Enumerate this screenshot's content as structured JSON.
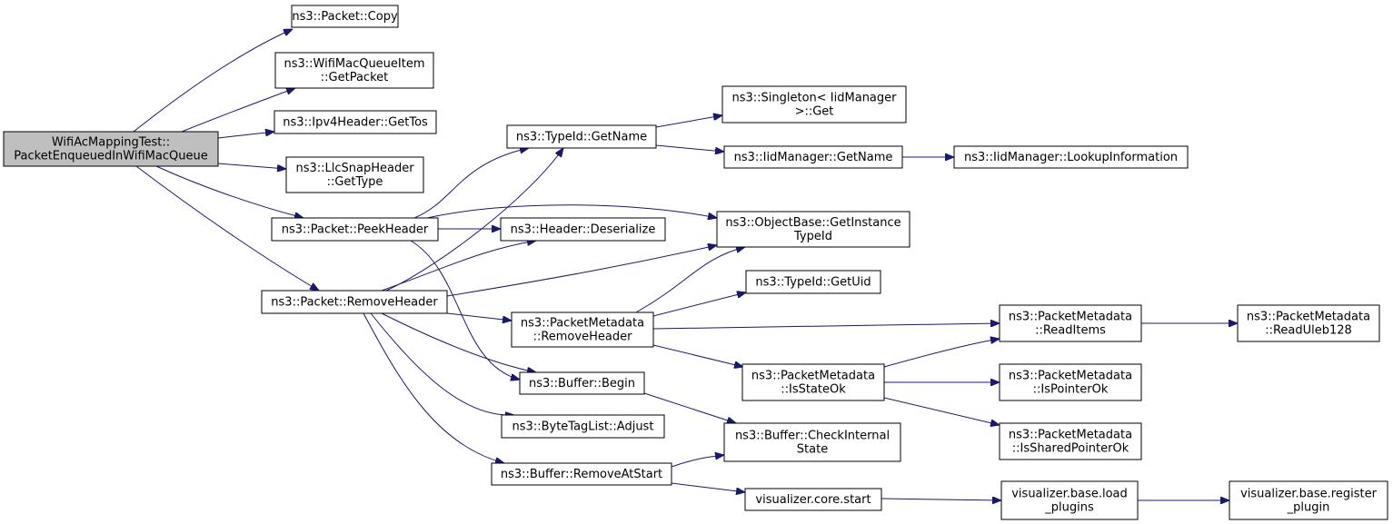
{
  "diagram": {
    "type": "call-graph",
    "nodes": [
      {
        "id": "root",
        "lines": [
          "WifiAcMappingTest::",
          "PacketEnqueuedInWifiMacQueue"
        ],
        "highlighted": true
      },
      {
        "id": "pkt_copy",
        "lines": [
          "ns3::Packet::Copy"
        ]
      },
      {
        "id": "wmqi_getpacket",
        "lines": [
          "ns3::WifiMacQueueItem",
          "::GetPacket"
        ]
      },
      {
        "id": "ipv4_gettos",
        "lines": [
          "ns3::Ipv4Header::GetTos"
        ]
      },
      {
        "id": "llc_gettype",
        "lines": [
          "ns3::LlcSnapHeader",
          "::GetType"
        ]
      },
      {
        "id": "pkt_peekheader",
        "lines": [
          "ns3::Packet::PeekHeader"
        ]
      },
      {
        "id": "pkt_removeheader",
        "lines": [
          "ns3::Packet::RemoveHeader"
        ]
      },
      {
        "id": "typeid_getname",
        "lines": [
          "ns3::TypeId::GetName"
        ]
      },
      {
        "id": "singleton_get",
        "lines": [
          "ns3::Singleton< IidManager",
          ">::Get"
        ]
      },
      {
        "id": "iid_getname",
        "lines": [
          "ns3::IidManager::GetName"
        ]
      },
      {
        "id": "iid_lookup",
        "lines": [
          "ns3::IidManager::LookupInformation"
        ]
      },
      {
        "id": "header_deserialize",
        "lines": [
          "ns3::Header::Deserialize"
        ]
      },
      {
        "id": "objbase_getinstance",
        "lines": [
          "ns3::ObjectBase::GetInstance",
          "TypeId"
        ]
      },
      {
        "id": "typeid_getuid",
        "lines": [
          "ns3::TypeId::GetUid"
        ]
      },
      {
        "id": "pm_removeheader",
        "lines": [
          "ns3::PacketMetadata",
          "::RemoveHeader"
        ]
      },
      {
        "id": "pm_readitems",
        "lines": [
          "ns3::PacketMetadata",
          "::ReadItems"
        ]
      },
      {
        "id": "pm_readuleb",
        "lines": [
          "ns3::PacketMetadata",
          "::ReadUleb128"
        ]
      },
      {
        "id": "buf_begin",
        "lines": [
          "ns3::Buffer::Begin"
        ]
      },
      {
        "id": "pm_isstateok",
        "lines": [
          "ns3::PacketMetadata",
          "::IsStateOk"
        ]
      },
      {
        "id": "pm_ispointerok",
        "lines": [
          "ns3::PacketMetadata",
          "::IsPointerOk"
        ]
      },
      {
        "id": "btl_adjust",
        "lines": [
          "ns3::ByteTagList::Adjust"
        ]
      },
      {
        "id": "buf_checkinternal",
        "lines": [
          "ns3::Buffer::CheckInternal",
          "State"
        ]
      },
      {
        "id": "pm_issharedpointerok",
        "lines": [
          "ns3::PacketMetadata",
          "::IsSharedPointerOk"
        ]
      },
      {
        "id": "buf_removeatstart",
        "lines": [
          "ns3::Buffer::RemoveAtStart"
        ]
      },
      {
        "id": "viz_start",
        "lines": [
          "visualizer.core.start"
        ]
      },
      {
        "id": "viz_load",
        "lines": [
          "visualizer.base.load",
          "_plugins"
        ]
      },
      {
        "id": "viz_register",
        "lines": [
          "visualizer.base.register",
          "_plugin"
        ]
      }
    ],
    "edges": [
      {
        "from": "root",
        "to": "pkt_copy"
      },
      {
        "from": "root",
        "to": "wmqi_getpacket"
      },
      {
        "from": "root",
        "to": "ipv4_gettos"
      },
      {
        "from": "root",
        "to": "llc_gettype"
      },
      {
        "from": "root",
        "to": "pkt_peekheader"
      },
      {
        "from": "root",
        "to": "pkt_removeheader"
      },
      {
        "from": "pkt_peekheader",
        "to": "typeid_getname"
      },
      {
        "from": "pkt_peekheader",
        "to": "header_deserialize"
      },
      {
        "from": "pkt_peekheader",
        "to": "objbase_getinstance"
      },
      {
        "from": "pkt_peekheader",
        "to": "buf_begin"
      },
      {
        "from": "pkt_removeheader",
        "to": "typeid_getname"
      },
      {
        "from": "pkt_removeheader",
        "to": "header_deserialize"
      },
      {
        "from": "pkt_removeheader",
        "to": "objbase_getinstance"
      },
      {
        "from": "pkt_removeheader",
        "to": "pm_removeheader"
      },
      {
        "from": "pkt_removeheader",
        "to": "buf_begin"
      },
      {
        "from": "pkt_removeheader",
        "to": "btl_adjust"
      },
      {
        "from": "pkt_removeheader",
        "to": "buf_removeatstart"
      },
      {
        "from": "typeid_getname",
        "to": "singleton_get"
      },
      {
        "from": "typeid_getname",
        "to": "iid_getname"
      },
      {
        "from": "iid_getname",
        "to": "iid_lookup"
      },
      {
        "from": "pm_removeheader",
        "to": "objbase_getinstance"
      },
      {
        "from": "pm_removeheader",
        "to": "typeid_getuid"
      },
      {
        "from": "pm_removeheader",
        "to": "pm_readitems"
      },
      {
        "from": "pm_removeheader",
        "to": "pm_isstateok"
      },
      {
        "from": "pm_readitems",
        "to": "pm_readuleb"
      },
      {
        "from": "pm_isstateok",
        "to": "pm_readitems"
      },
      {
        "from": "pm_isstateok",
        "to": "pm_ispointerok"
      },
      {
        "from": "pm_isstateok",
        "to": "pm_issharedpointerok"
      },
      {
        "from": "buf_begin",
        "to": "buf_checkinternal"
      },
      {
        "from": "buf_removeatstart",
        "to": "buf_checkinternal"
      },
      {
        "from": "buf_removeatstart",
        "to": "viz_start"
      },
      {
        "from": "viz_start",
        "to": "viz_load"
      },
      {
        "from": "viz_load",
        "to": "viz_register"
      }
    ],
    "colors": {
      "edge": "#191970",
      "node_border": "#000000",
      "node_fill": "#ffffff",
      "highlight_fill": "#bfbfbf"
    }
  }
}
